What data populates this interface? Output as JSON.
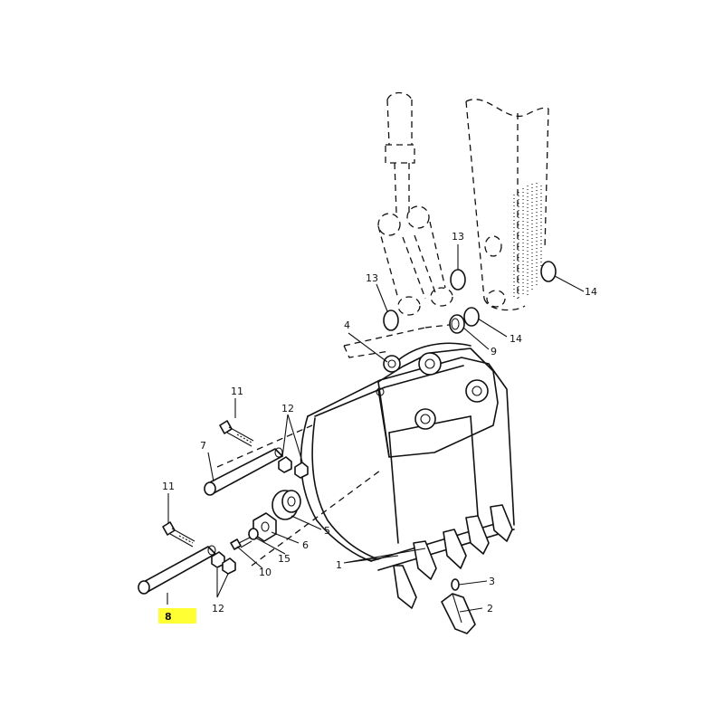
{
  "diagram": {
    "highlight_color": "#ffff33",
    "labels": {
      "p1": "1",
      "p2": "2",
      "p3": "3",
      "p4": "4",
      "p5": "5",
      "p6": "6",
      "p7": "7",
      "p8": "8",
      "p9": "9",
      "p10": "10",
      "p11a": "11",
      "p11b": "11",
      "p12a": "12",
      "p12b": "12",
      "p13a": "13",
      "p13b": "13",
      "p14a": "14",
      "p14b": "14",
      "p15": "15"
    }
  }
}
